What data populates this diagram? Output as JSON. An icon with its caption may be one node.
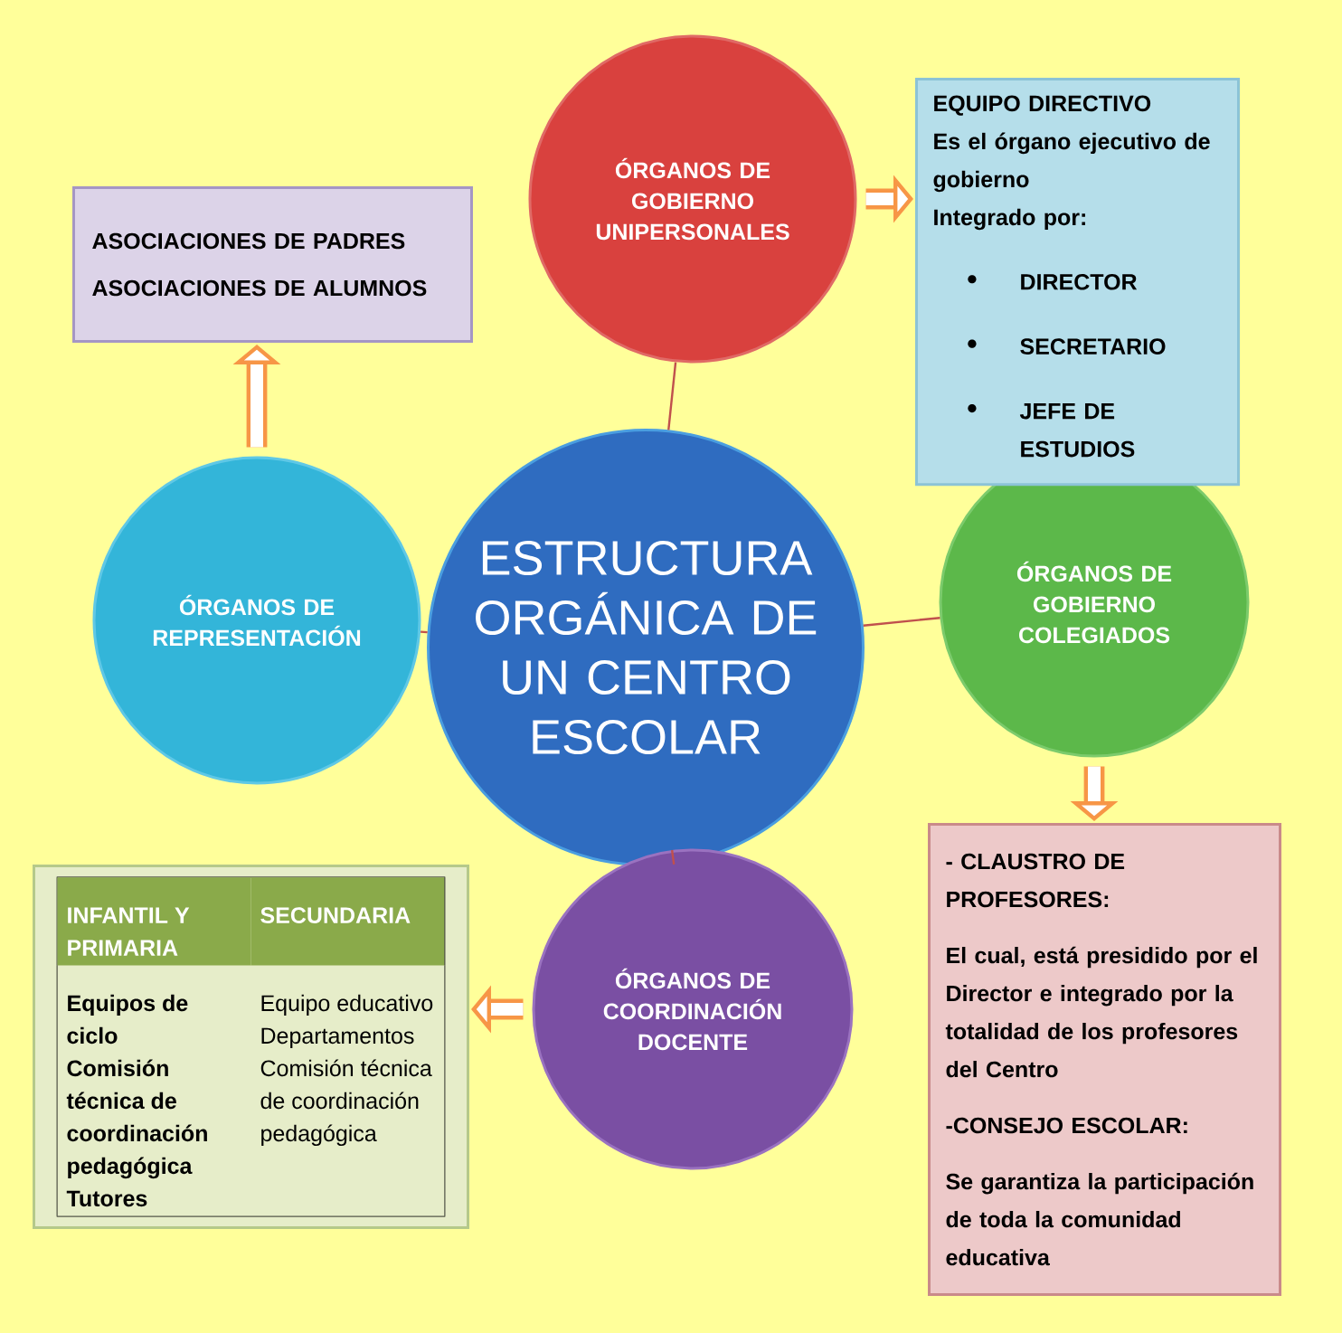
{
  "diagram": {
    "nodes": [
      {
        "text": [
          "ESTRUCTURA ORGÁNICA DE UN CENTRO ESCOLAR"
        ]
      },
      {
        "text": [
          "ÓRGANOS DE GOBIERNO UNIPERSONALES"
        ]
      },
      {
        "text": [
          "ÓRGANOS DE GOBIERNO COLEGIADOS"
        ]
      },
      {
        "text": [
          "ÓRGANOS DE COORDINACIÓN DOCENTE"
        ]
      },
      {
        "text": [
          "ÓRGANOS DE REPRESENTACIÓN"
        ]
      },
      {
        "text": [
          "EQUIPO DIRECTIVO",
          "Es el órgano ejecutivo de gobierno",
          "Integrado por:",
          "DIRECTOR",
          "SECRETARIO",
          "JEFE DE ESTUDIOS"
        ]
      },
      {
        "text": [
          "ASOCIACIONES DE PADRES",
          "ASOCIACIONES DE ALUMNOS"
        ]
      },
      {
        "text": [
          "- CLAUSTRO DE PROFESORES:",
          "El cual, está presidido por el Director e integrado por la totalidad de los profesores del Centro",
          "-CONSEJO ESCOLAR:",
          "Se garantiza la participación de toda la comunidad educativa"
        ]
      },
      {
        "text": [
          "INFANTIL Y PRIMARIA",
          "SECUNDARIA",
          "Equipos de ciclo",
          "Comisión técnica de coordinación pedagógica",
          "Tutores",
          "Equipo educativo",
          "Departamentos",
          "Comisión técnica de coordinación pedagógica"
        ]
      }
    ],
    "edges": [
      {
        "from": 0,
        "to": 1,
        "arrow": "none"
      },
      {
        "from": 0,
        "to": 2,
        "arrow": "none"
      },
      {
        "from": 0,
        "to": 3,
        "arrow": "none"
      },
      {
        "from": 0,
        "to": 4,
        "arrow": "none"
      },
      {
        "from": 1,
        "to": 5,
        "arrow": "to",
        "style": "thick",
        "color": "#f79646"
      },
      {
        "from": 2,
        "to": 7,
        "arrow": "to",
        "style": "thick",
        "color": "#f79646"
      },
      {
        "from": 3,
        "to": 8,
        "arrow": "to",
        "style": "thick",
        "color": "#f79646"
      },
      {
        "from": 4,
        "to": 6,
        "arrow": "to",
        "style": "thick",
        "color": "#f79646"
      }
    ]
  }
}
